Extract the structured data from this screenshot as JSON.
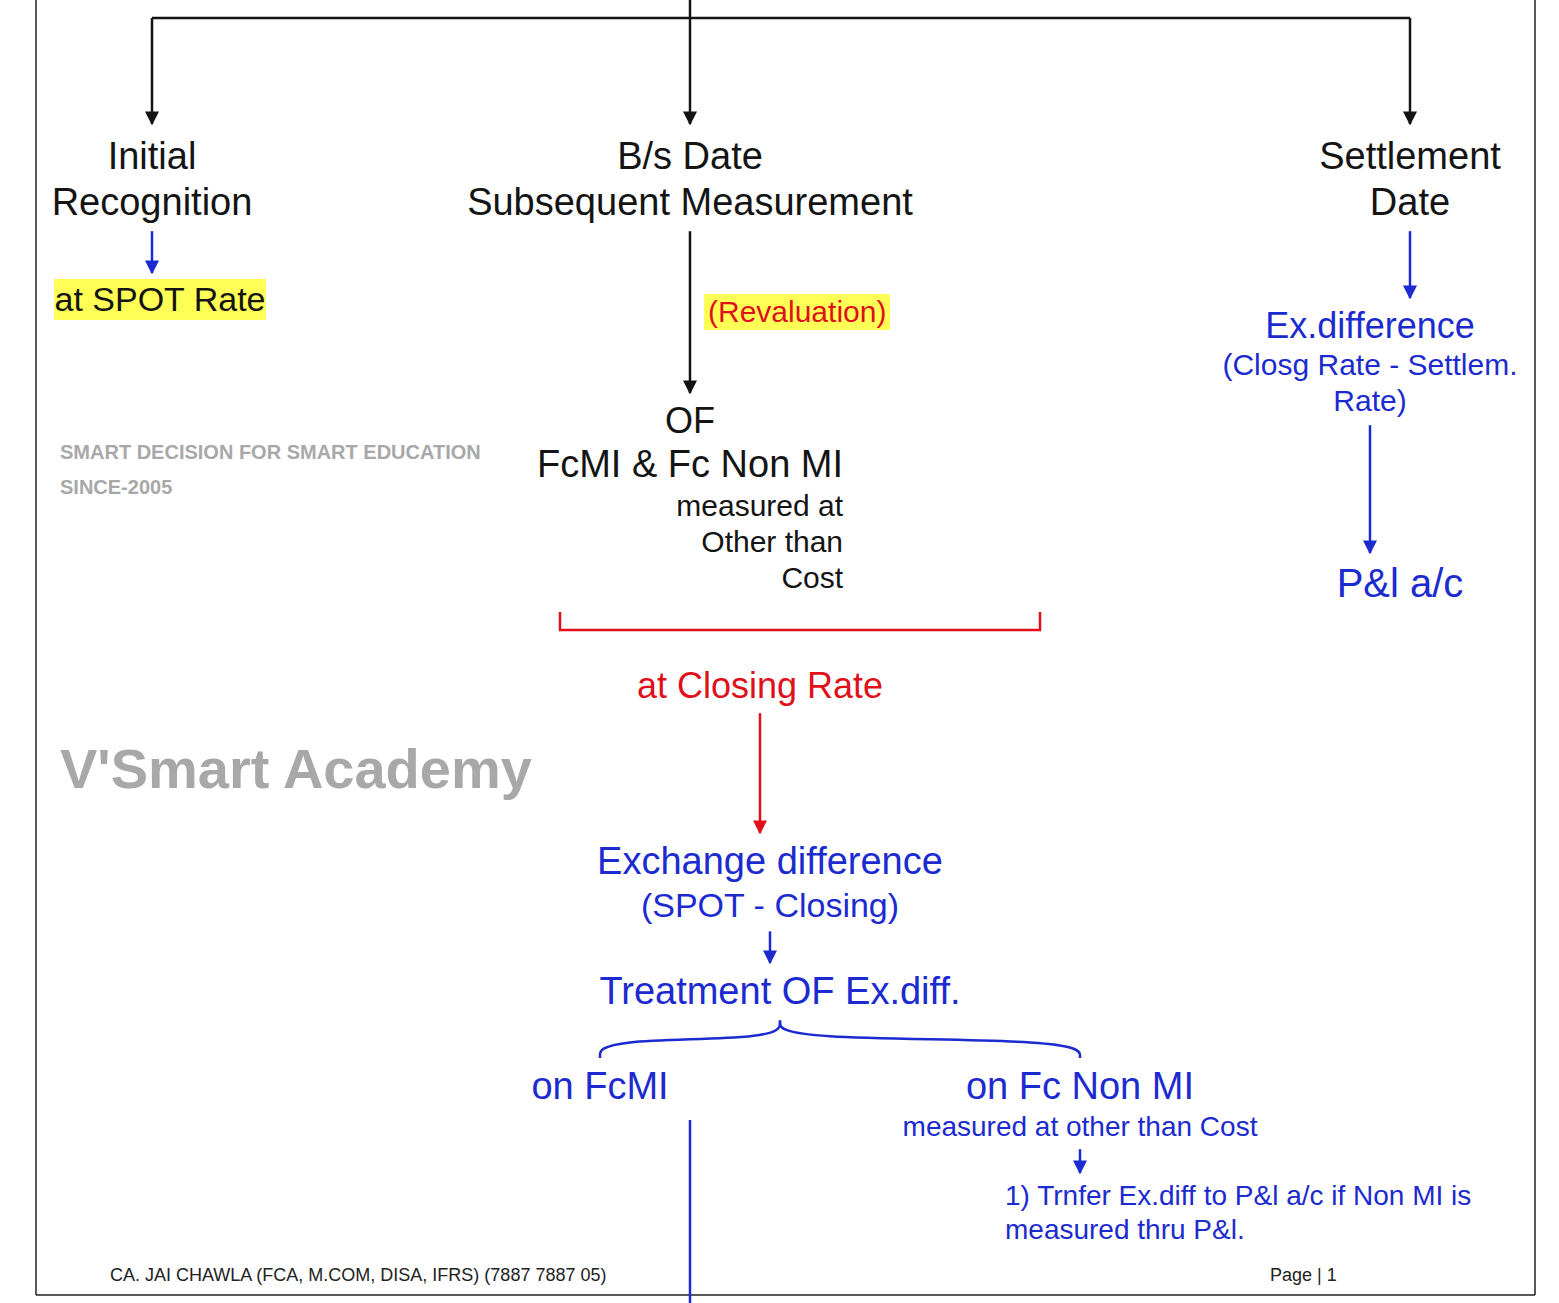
{
  "diagram": {
    "nodes": [
      {
        "text": [
          "Initial Recognition"
        ]
      },
      {
        "text": [
          "at SPOT Rate"
        ]
      },
      {
        "text": [
          "B/s Date",
          "Subsequent Measurement"
        ]
      },
      {
        "text": [
          "OF",
          "FcMI & Fc Non MI",
          "measured at Other than Cost"
        ]
      },
      {
        "text": [
          "at Closing Rate"
        ]
      },
      {
        "text": [
          "Exchange difference",
          "(SPOT - Closing)"
        ]
      },
      {
        "text": [
          "Treatment OF Ex.diff."
        ]
      },
      {
        "text": [
          "on FcMI"
        ]
      },
      {
        "text": [
          "on Fc Non MI",
          "measured at other than Cost"
        ]
      },
      {
        "text": [
          "1) Trnfer Ex.diff to P&l a/c if Non MI is measured thru P&l."
        ]
      },
      {
        "text": [
          "Settlement Date"
        ]
      },
      {
        "text": [
          "Ex.difference",
          "(Closg Rate - Settlem. Rate)"
        ]
      },
      {
        "text": [
          "P&l a/c"
        ]
      }
    ],
    "edges": [
      {
        "from": 0,
        "to": 1,
        "arrow": "to"
      },
      {
        "from": 2,
        "to": 3,
        "label": "(Revaluation)",
        "arrow": "to"
      },
      {
        "from": 4,
        "to": 5,
        "arrow": "to"
      },
      {
        "from": 5,
        "to": 6,
        "arrow": "to"
      },
      {
        "from": 6,
        "to": 7,
        "arrow": "none"
      },
      {
        "from": 6,
        "to": 8,
        "arrow": "none"
      },
      {
        "from": 8,
        "to": 9,
        "arrow": "to"
      },
      {
        "from": 10,
        "to": 11,
        "arrow": "to"
      },
      {
        "from": 11,
        "to": 12,
        "arrow": "to"
      }
    ],
    "labels": [
      "SMART DECISION FOR SMART EDUCATION",
      "SINCE-2005",
      "V'Smart Academy",
      "CA. JAI CHAWLA (FCA, M.COM, DISA, IFRS) (7887 7887 05)",
      "Page | 1"
    ]
  }
}
